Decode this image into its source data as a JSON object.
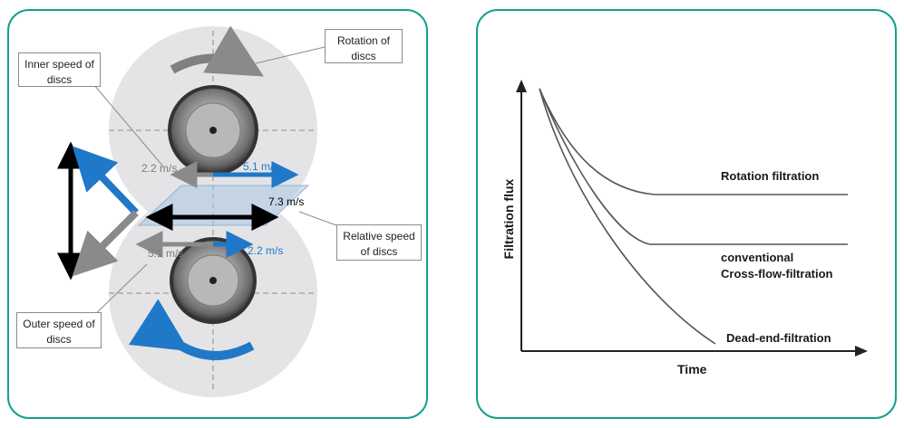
{
  "left_panel": {
    "callouts": {
      "inner_speed": "Inner speed of discs",
      "rotation": "Rotation of discs",
      "relative_speed": "Relative speed of discs",
      "outer_speed": "Outer speed of discs"
    },
    "speeds": {
      "top_inner": "2.2 m/s",
      "top_outer": "5.1 m/s",
      "relative": "7.3 m/s",
      "bottom_outer": "5.1 m/s",
      "bottom_inner": "2.2 m/s"
    },
    "colors": {
      "blue": "#1f78c8",
      "gray": "#8a8a8a",
      "black": "#000000",
      "disc": "#e4e4e6",
      "accent_border": "#16a08c"
    }
  },
  "right_panel": {
    "axis": {
      "ylabel": "Filtration flux",
      "xlabel": "Time"
    },
    "curves": {
      "rotation": "Rotation filtration",
      "conventional_line1": "conventional",
      "conventional_line2": "Cross-flow-filtration",
      "dead_end": "Dead-end-filtration"
    }
  }
}
